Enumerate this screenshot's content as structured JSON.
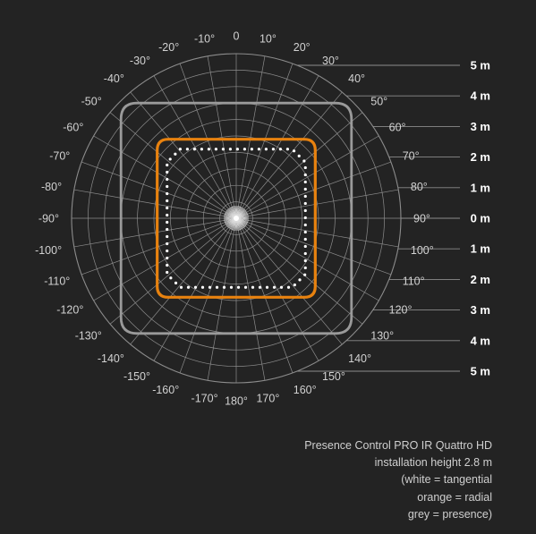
{
  "diagram": {
    "angle_labels": [
      "0",
      "10°",
      "20°",
      "30°",
      "40°",
      "50°",
      "60°",
      "70°",
      "80°",
      "90°",
      "100°",
      "110°",
      "120°",
      "130°",
      "140°",
      "150°",
      "160°",
      "170°",
      "180°",
      "-170°",
      "-160°",
      "-150°",
      "-140°",
      "-130°",
      "-120°",
      "-110°",
      "-100°",
      "-90°",
      "-80°",
      "-70°",
      "-60°",
      "-50°",
      "-40°",
      "-30°",
      "-20°",
      "-10°"
    ],
    "distance_labels": [
      "5 m",
      "4 m",
      "3 m",
      "2 m",
      "1 m",
      "0 m",
      "1 m",
      "2 m",
      "3 m",
      "4 m",
      "5 m"
    ],
    "distance_values_m": [
      5,
      4,
      3,
      2,
      1,
      0,
      1,
      2,
      3,
      4,
      5
    ],
    "max_range_m": 5,
    "zones": [
      {
        "key": "presence",
        "color": "#9a9a9a",
        "half_width_m": 3.5,
        "style": "solid"
      },
      {
        "key": "radial",
        "color": "#e8820f",
        "half_width_m": 2.4,
        "style": "solid"
      },
      {
        "key": "tangential",
        "color": "#ffffff",
        "half_width_m": 2.1,
        "style": "dotted"
      }
    ],
    "colors": {
      "grid": "#8c8c8c",
      "background": "#232323"
    }
  },
  "caption": {
    "product": "Presence Control PRO IR Quattro HD",
    "height": "installation height 2.8 m",
    "legend_white": "(white = tangential",
    "legend_orange": "orange = radial",
    "legend_grey": "grey = presence)"
  }
}
